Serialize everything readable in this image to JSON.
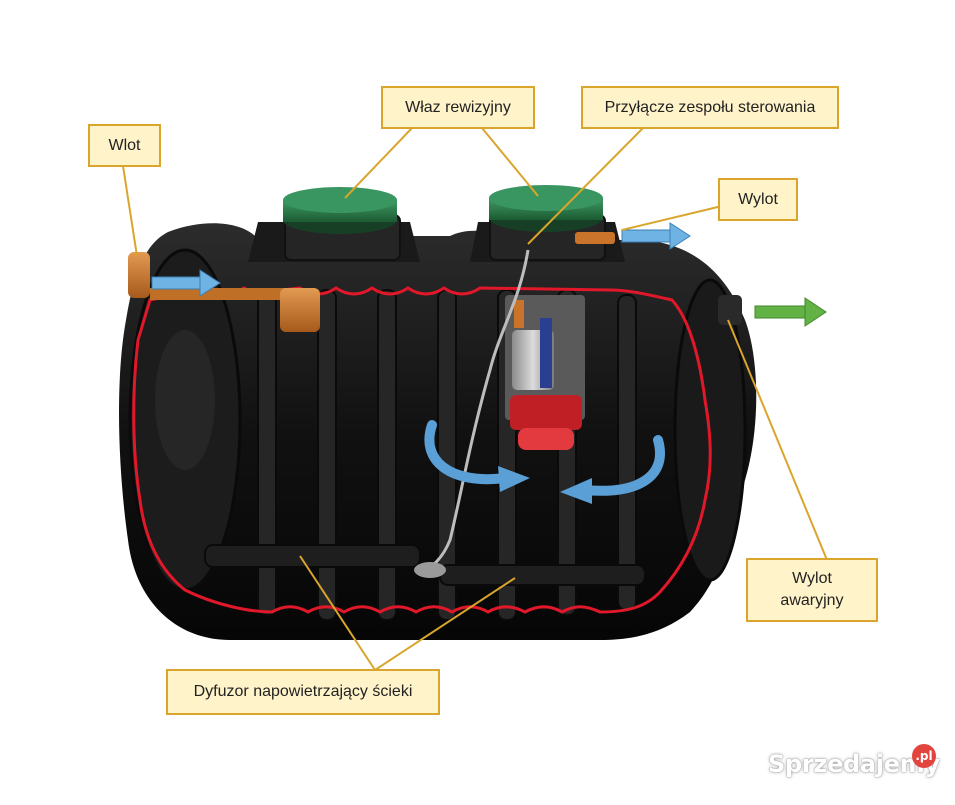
{
  "labels": {
    "inlet": "Wlot",
    "inspection_hatch": "Właz rewizyjny",
    "control_unit_connection": "Przyłącze zespołu sterowania",
    "outlet": "Wylot",
    "emergency_outlet_line1": "Wylot",
    "emergency_outlet_line2": "awaryjny",
    "diffuser": "Dyfuzor napowietrzający ścieki"
  },
  "watermark": {
    "text": "Sprzedajemy",
    "badge": ".pl"
  },
  "colors": {
    "tank_body": "#151515",
    "tank_ribs": "#2b2b2b",
    "cutaway_outline": "#e0182a",
    "lid": "#2f7f4e",
    "inlet_pipe": "#c9742a",
    "flow_arrow_in": "#6fb2e4",
    "flow_arrow_out": "#63b246",
    "circulation_arrow": "#5a9fd6",
    "callout_fill": "#fff3c9",
    "callout_border": "#d9a52c",
    "leader_line": "#d9a52c"
  }
}
